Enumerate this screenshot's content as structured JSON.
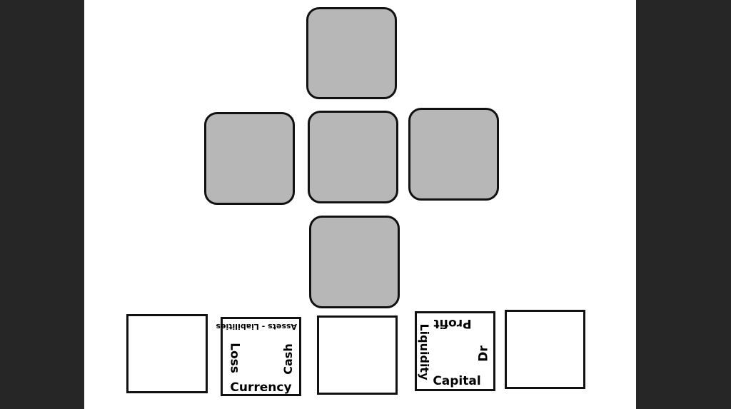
{
  "slots": [
    "",
    "",
    "",
    "",
    ""
  ],
  "tiles": [
    {
      "top": "",
      "right": "",
      "bottom": "",
      "left": ""
    },
    {
      "top": "Assets - Liabilities",
      "right": "Cash",
      "bottom": "Currency",
      "left": "Loss"
    },
    {
      "top": "",
      "right": "",
      "bottom": "",
      "left": ""
    },
    {
      "top": "Profit",
      "right": "Dr",
      "bottom": "Capital",
      "left": "Liquidity"
    },
    {
      "top": "",
      "right": "",
      "bottom": "",
      "left": ""
    }
  ]
}
